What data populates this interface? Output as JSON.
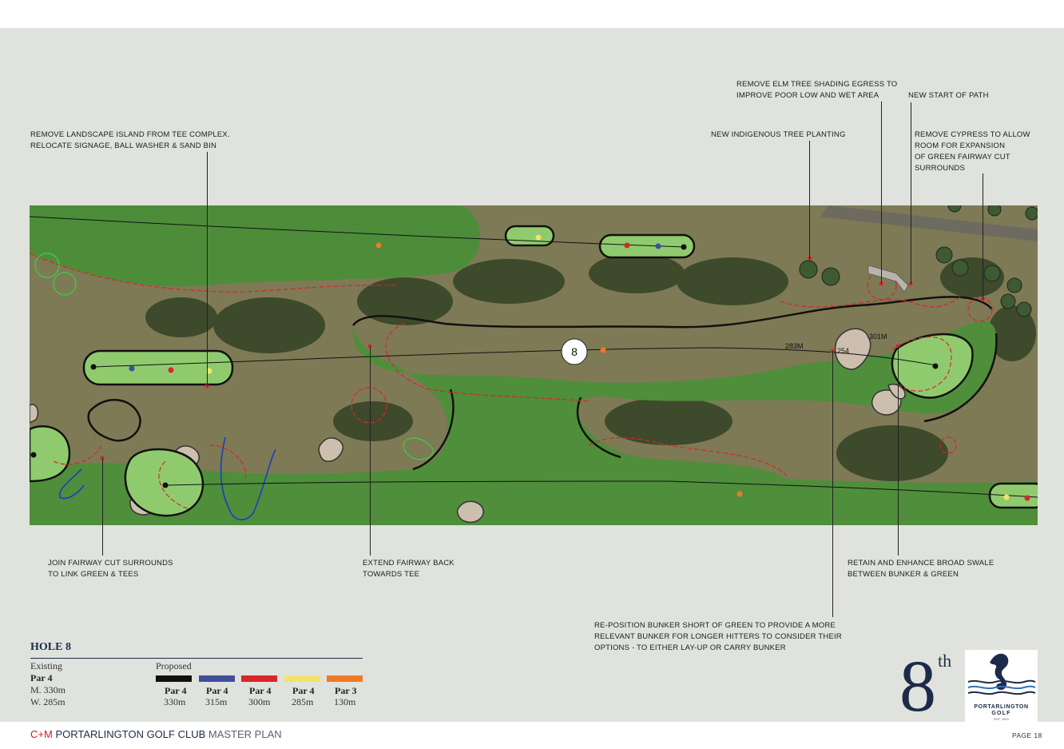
{
  "hole": {
    "marker": "8",
    "ordinal": "8",
    "ordinal_suffix": "th"
  },
  "annotations": {
    "tee_complex": [
      "REMOVE LANDSCAPE ISLAND FROM TEE COMPLEX.",
      "RELOCATE SIGNAGE, BALL WASHER & SAND BIN"
    ],
    "tree_planting": [
      "NEW INDIGENOUS TREE PLANTING"
    ],
    "elm_tree": [
      "REMOVE ELM TREE SHADING EGRESS TO",
      "IMPROVE POOR LOW AND WET AREA"
    ],
    "path": [
      "NEW START OF PATH"
    ],
    "cypress": [
      "REMOVE CYPRESS TO ALLOW",
      "ROOM FOR EXPANSION",
      "OF GREEN FAIRWAY CUT",
      "SURROUNDS"
    ],
    "fairway_cut": [
      "JOIN FAIRWAY CUT SURROUNDS",
      "TO LINK GREEN & TEES"
    ],
    "extend_fairway": [
      "EXTEND FAIRWAY BACK",
      "TOWARDS TEE"
    ],
    "swale": [
      "RETAIN AND ENHANCE BROAD SWALE",
      "BETWEEN BUNKER & GREEN"
    ],
    "bunker": [
      "RE-POSITION BUNKER SHORT OF GREEN TO PROVIDE A MORE",
      "RELEVANT BUNKER FOR LONGER HITTERS TO CONSIDER THEIR",
      "OPTIONS - TO EITHER LAY-UP OR CARRY BUNKER"
    ]
  },
  "map_labels": {
    "dist_283": "283M",
    "dist_254": "254",
    "dist_301": "301M"
  },
  "legend": {
    "title": "HOLE 8",
    "existing_label": "Existing",
    "existing_par": "Par 4",
    "existing_men": "M. 330m",
    "existing_women": "W. 285m",
    "proposed_label": "Proposed",
    "proposed": [
      {
        "color": "#111111",
        "par": "Par 4",
        "length": "330m"
      },
      {
        "color": "#3f4f9a",
        "par": "Par 4",
        "length": "315m"
      },
      {
        "color": "#d8262a",
        "par": "Par 4",
        "length": "300m"
      },
      {
        "color": "#f2e46a",
        "par": "Par 4",
        "length": "285m"
      },
      {
        "color": "#ee7a26",
        "par": "Par 3",
        "length": "130m"
      }
    ]
  },
  "logo": {
    "name": "PORTARLINGTON",
    "sub": "GOLF",
    "est": "EST. 1924"
  },
  "footer": {
    "brand": "C+M",
    "club": "PORTARLINGTON GOLF CLUB",
    "plan": "MASTER PLAN",
    "page": "PAGE  18"
  }
}
